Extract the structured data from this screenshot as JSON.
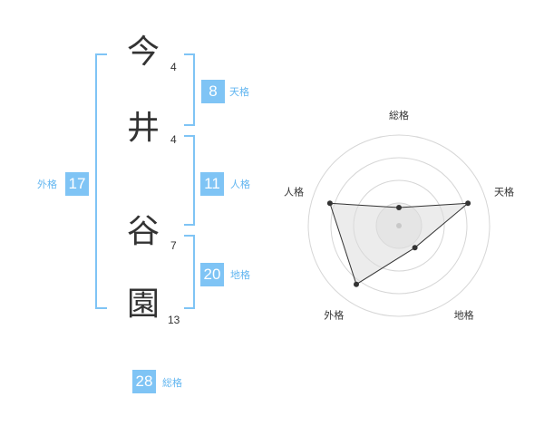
{
  "name": {
    "chars": [
      {
        "char": "今",
        "strokes": "4"
      },
      {
        "char": "井",
        "strokes": "4"
      },
      {
        "char": "谷",
        "strokes": "7"
      },
      {
        "char": "園",
        "strokes": "13"
      }
    ]
  },
  "fortunes": {
    "tenkaku": {
      "value": "8",
      "label": "天格"
    },
    "jinkaku": {
      "value": "11",
      "label": "人格"
    },
    "chikaku": {
      "value": "20",
      "label": "地格"
    },
    "gaikaku": {
      "value": "17",
      "label": "外格"
    },
    "soukaku": {
      "value": "28",
      "label": "総格"
    }
  },
  "chart_data": {
    "type": "radar",
    "axes": [
      "総格",
      "天格",
      "地格",
      "外格",
      "人格"
    ],
    "values": [
      0.2,
      0.8,
      0.3,
      0.8,
      0.8
    ],
    "range": [
      0,
      1
    ],
    "rings": 4,
    "colors": {
      "accent": "#7fc4f5",
      "line": "#333333",
      "fill": "#e6e6e6"
    }
  }
}
